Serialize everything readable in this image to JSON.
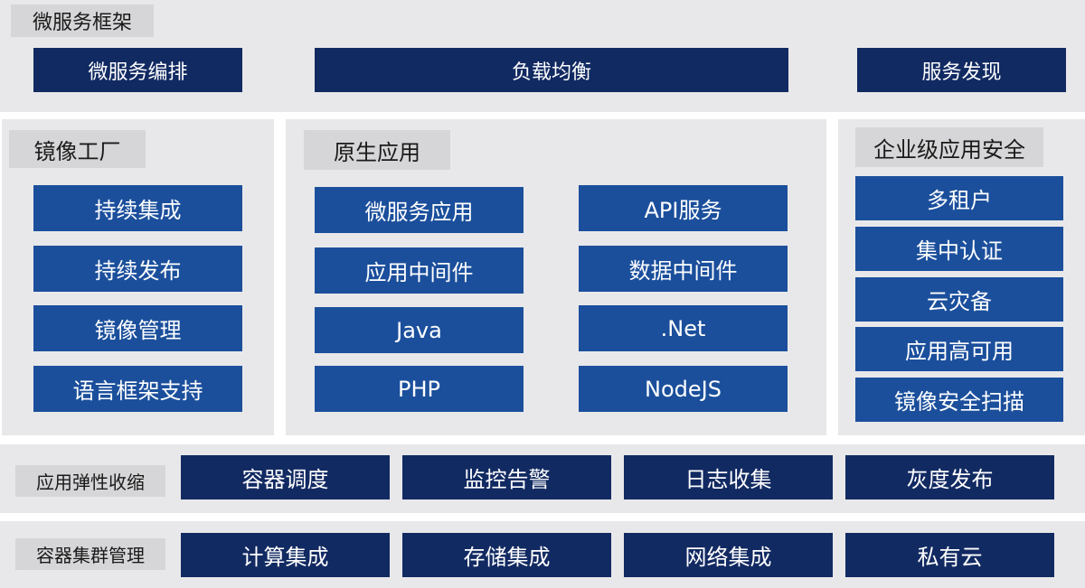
{
  "colors": {
    "navy": "#122a62",
    "blue": "#1b4f9c",
    "panel_bg": "#e8e8ea",
    "label_bg": "#d6d6d8"
  },
  "framework": {
    "title": "微服务框架",
    "items": [
      "微服务编排",
      "负载均衡",
      "服务发现"
    ]
  },
  "image_factory": {
    "title": "镜像工厂",
    "items": [
      "持续集成",
      "持续发布",
      "镜像管理",
      "语言框架支持"
    ]
  },
  "native_apps": {
    "title": "原生应用",
    "left": [
      "微服务应用",
      "应用中间件",
      "Java",
      "PHP"
    ],
    "right": [
      "API服务",
      "数据中间件",
      ".Net",
      "NodeJS"
    ]
  },
  "enterprise_security": {
    "title": "企业级应用安全",
    "items": [
      "多租户",
      "集中认证",
      "云灾备",
      "应用高可用",
      "镜像安全扫描"
    ]
  },
  "elastic": {
    "title": "应用弹性收缩",
    "items": [
      "容器调度",
      "监控告警",
      "日志收集",
      "灰度发布"
    ]
  },
  "cluster": {
    "title": "容器集群管理",
    "items": [
      "计算集成",
      "存储集成",
      "网络集成",
      "私有云"
    ]
  }
}
